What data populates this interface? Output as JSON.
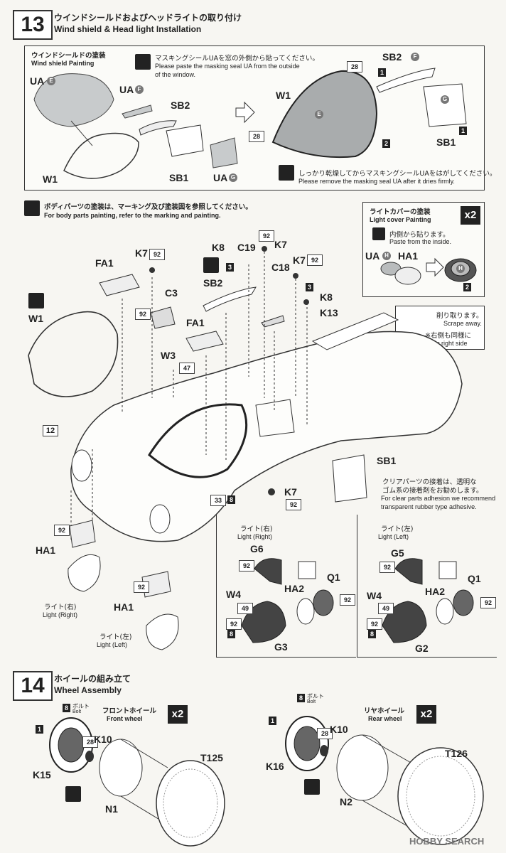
{
  "step13": {
    "number": "13",
    "title_jp": "ウインドシールドおよびヘッドライトの取り付け",
    "title_en": "Wind shield & Head light Installation",
    "windshield_painting": {
      "title_jp": "ウインドシールドの塗装",
      "title_en": "Wind shield Painting",
      "note1_jp": "マスキングシールUAを窓の外側から貼ってください。",
      "note1_en_line1": "Please paste the masking seal UA from the outside",
      "note1_en_line2": "of the window.",
      "note2_jp": "しっかり乾燥してからマスキングシールUAをはがしてください。",
      "note2_en": "Please remove the masking seal UA after it dries firmly.",
      "labels": {
        "uae": "UA",
        "uae_circ": "E",
        "uaf": "UA",
        "uaf_circ": "F",
        "sb2": "SB2",
        "sb1": "SB1",
        "w1": "W1",
        "uag": "UA",
        "uag_circ": "G",
        "w1b": "W1",
        "sb2b": "SB2",
        "sb2b_circ": "F",
        "sb1b": "SB1",
        "e": "E",
        "g": "G",
        "c28a": "28",
        "c28b": "28",
        "c2": "2",
        "c1a": "1",
        "c1b": "1"
      }
    },
    "body_note_jp": "ボディパーツの塗装は、マーキング及び塗装図を参照してください。",
    "body_note_en": "For body parts painting, refer to the marking and painting.",
    "light_cover": {
      "title_jp": "ライトカバーの塗装",
      "title_en": "Light cover Painting",
      "mult": "x2",
      "note_jp": "内側から貼ります。",
      "note_en": "Paste from the inside.",
      "uah": "UA",
      "uah_circ": "H",
      "ha1": "HA1",
      "h": "H",
      "c2": "2"
    },
    "scrape": {
      "jp": "削り取ります。",
      "en": "Scrape away.",
      "jp2": "※右側も同様に",
      "en2": "Same for right side"
    },
    "clear_parts": {
      "jp1": "クリアパーツの接着は、透明な",
      "jp2": "ゴム系の接着剤をお勧めします。",
      "en1": "For clear parts adhesion we recommend",
      "en2": "transparent rubber type adhesive."
    },
    "parts": {
      "fa1a": "FA1",
      "k7a": "K7",
      "c92a": "92",
      "c3": "C3",
      "c92b": "92",
      "w1": "W1",
      "w3": "W3",
      "c47": "47",
      "fa1b": "FA1",
      "sb2": "SB2",
      "k8a": "K8",
      "c3a": "3",
      "c19": "C19",
      "c92c": "92",
      "k7b": "K7",
      "c18": "C18",
      "k7c": "K7",
      "c92d": "92",
      "c3b": "3",
      "k8b": "K8",
      "k13": "K13",
      "c12": "12",
      "sb1": "SB1",
      "k7d": "K7",
      "c92e": "92",
      "c33": "33",
      "c8": "8",
      "ha1a": "HA1",
      "c92f": "92",
      "ha1b": "HA1",
      "c92g": "92"
    },
    "lights": {
      "light_right_jp": "ライト(右)",
      "light_right_en": "Light (Right)",
      "light_left_jp": "ライト(左)",
      "light_left_en": "Light (Left)",
      "r": {
        "title_jp": "ライト(右)",
        "title_en": "Light (Right)",
        "g6": "G6",
        "w4": "W4",
        "ha2": "HA2",
        "q1": "Q1",
        "g3": "G3",
        "c92a": "92",
        "c49": "49",
        "c92b": "92",
        "c8": "8",
        "c92c": "92"
      },
      "l": {
        "title_jp": "ライト(左)",
        "title_en": "Light (Left)",
        "g5": "G5",
        "w4": "W4",
        "ha2": "HA2",
        "q1": "Q1",
        "g2": "G2",
        "c92a": "92",
        "c49": "49",
        "c92b": "92",
        "c8": "8",
        "c92c": "92"
      }
    }
  },
  "step14": {
    "number": "14",
    "title_jp": "ホイールの組み立て",
    "title_en": "Wheel Assembly",
    "front": {
      "title_jp": "フロントホイール",
      "title_en": "Front wheel",
      "mult": "x2",
      "bolt_jp": "ボルト",
      "bolt_en": "Bolt",
      "c8": "8",
      "c1": "1",
      "c28": "28",
      "k10": "K10",
      "k15": "K15",
      "n1": "N1",
      "t125": "T125"
    },
    "rear": {
      "title_jp": "リヤホイール",
      "title_en": "Rear wheel",
      "mult": "x2",
      "bolt_jp": "ボルト",
      "bolt_en": "Bolt",
      "c8": "8",
      "c1": "1",
      "c28": "28",
      "k10": "K10",
      "k16": "K16",
      "n2": "N2",
      "t126": "T126"
    }
  },
  "watermark": "HOBBY SEARCH"
}
